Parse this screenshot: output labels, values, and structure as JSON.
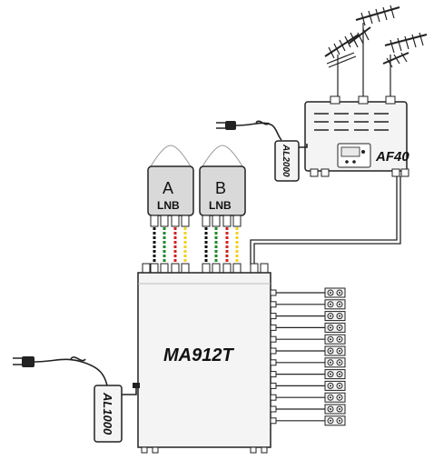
{
  "diagram": {
    "multiswitch_label": "MA912T",
    "amplifier_label": "AF40",
    "psu_main_label": "AL1000",
    "psu_small_label": "AL2000",
    "lnb_a_letter": "A",
    "lnb_a_text": "LNB",
    "lnb_b_letter": "B",
    "lnb_b_text": "LNB"
  },
  "colors": {
    "cable_black": "#111111",
    "cable_green": "#1f8a2a",
    "cable_red": "#d42020",
    "cable_yellow": "#f2d21a",
    "device_fill": "#f4f4f4",
    "lnb_fill": "#d9d9d9",
    "outline": "#222222"
  },
  "outputs_count": 12
}
